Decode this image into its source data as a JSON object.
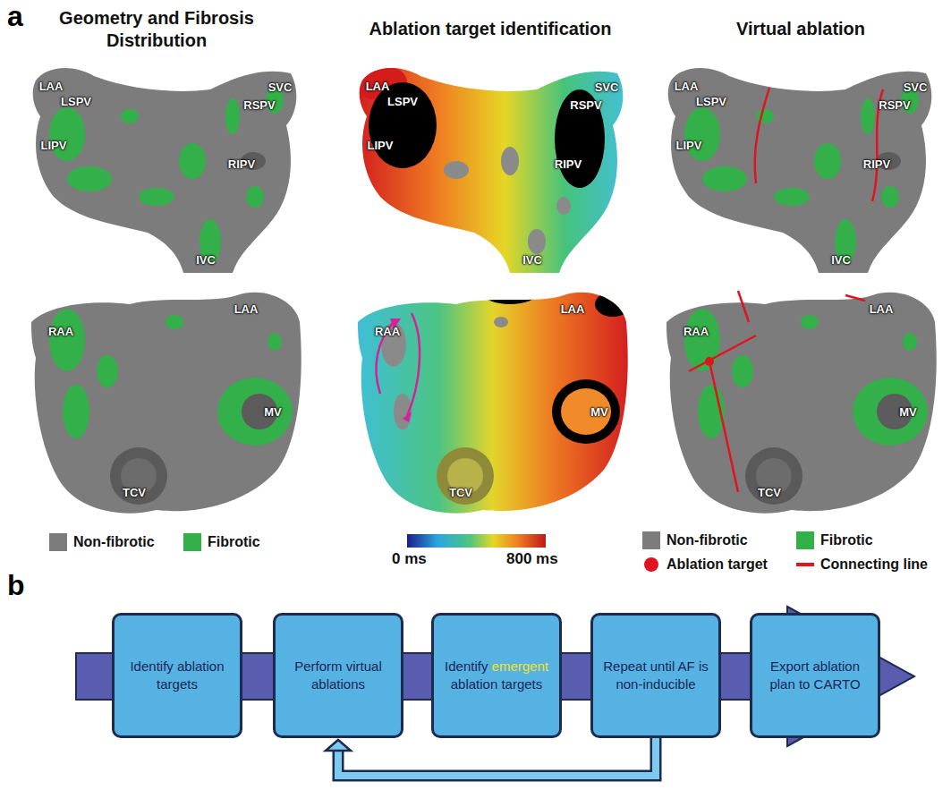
{
  "diagram": {
    "nodes": [
      {
        "text": [
          "Identify ablation targets"
        ]
      },
      {
        "text": [
          "Perform virtual ablations"
        ]
      },
      {
        "text": [
          "Identify emergent ablation targets"
        ]
      },
      {
        "text": [
          "Repeat until AF is non-inducible"
        ]
      },
      {
        "text": [
          "Export ablation plan to CARTO"
        ]
      }
    ],
    "edges": [
      {
        "from": 3,
        "to": 1,
        "arrow": "to"
      }
    ],
    "labels": [
      "a",
      "Geometry and Fibrosis Distribution",
      "Ablation target identification",
      "Virtual ablation",
      "LAA",
      "LSPV",
      "SVC",
      "RSPV",
      "LIPV",
      "RIPV",
      "IVC",
      "RAA",
      "LAA",
      "MV",
      "TCV",
      "LAA",
      "LSPV",
      "SVC",
      "RSPV",
      "LIPV",
      "RIPV",
      "IVC",
      "RAA",
      "LAA",
      "MV",
      "TCV",
      "LAA",
      "LSPV",
      "SVC",
      "RSPV",
      "LIPV",
      "RIPV",
      "IVC",
      "RAA",
      "LAA",
      "MV",
      "TCV",
      "0 ms",
      "800 ms",
      "b"
    ],
    "legend": [
      {
        "text": "Non-fibrotic",
        "color": "#7c7c7c"
      },
      {
        "text": "Fibrotic",
        "color": "#33b04a"
      },
      {
        "text": "Non-fibrotic",
        "color": "#7c7c7c"
      },
      {
        "text": "Fibrotic",
        "color": "#33b04a"
      },
      {
        "text": "Ablation target"
      },
      {
        "text": "Connecting line"
      }
    ]
  }
}
